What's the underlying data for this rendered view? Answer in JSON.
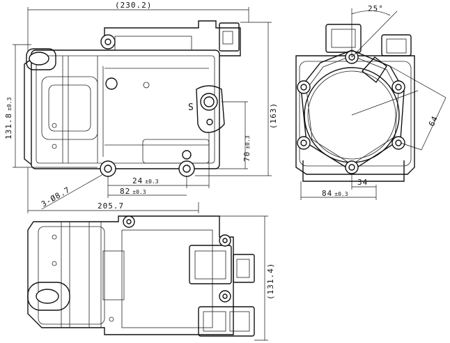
{
  "dimensions": {
    "top_width": "(230.2)",
    "left_height_value": "131.8",
    "left_height_tol": "±0.3",
    "total_height": "(163)",
    "port_height_value": "70",
    "port_height_tol": "±0.3",
    "span_24_value": "24",
    "span_24_tol": "±0.3",
    "span_82_value": "82",
    "span_82_tol": "±0.3",
    "holes": "3-Ø8.7",
    "overall_length": "205.7",
    "side_width_value": "84",
    "side_width_tol": "±0.3",
    "offset_34": "34",
    "angle": "25°",
    "radius_64": "64",
    "bottom_height": "(131.4)"
  },
  "labels": {
    "suction_port": "S"
  }
}
